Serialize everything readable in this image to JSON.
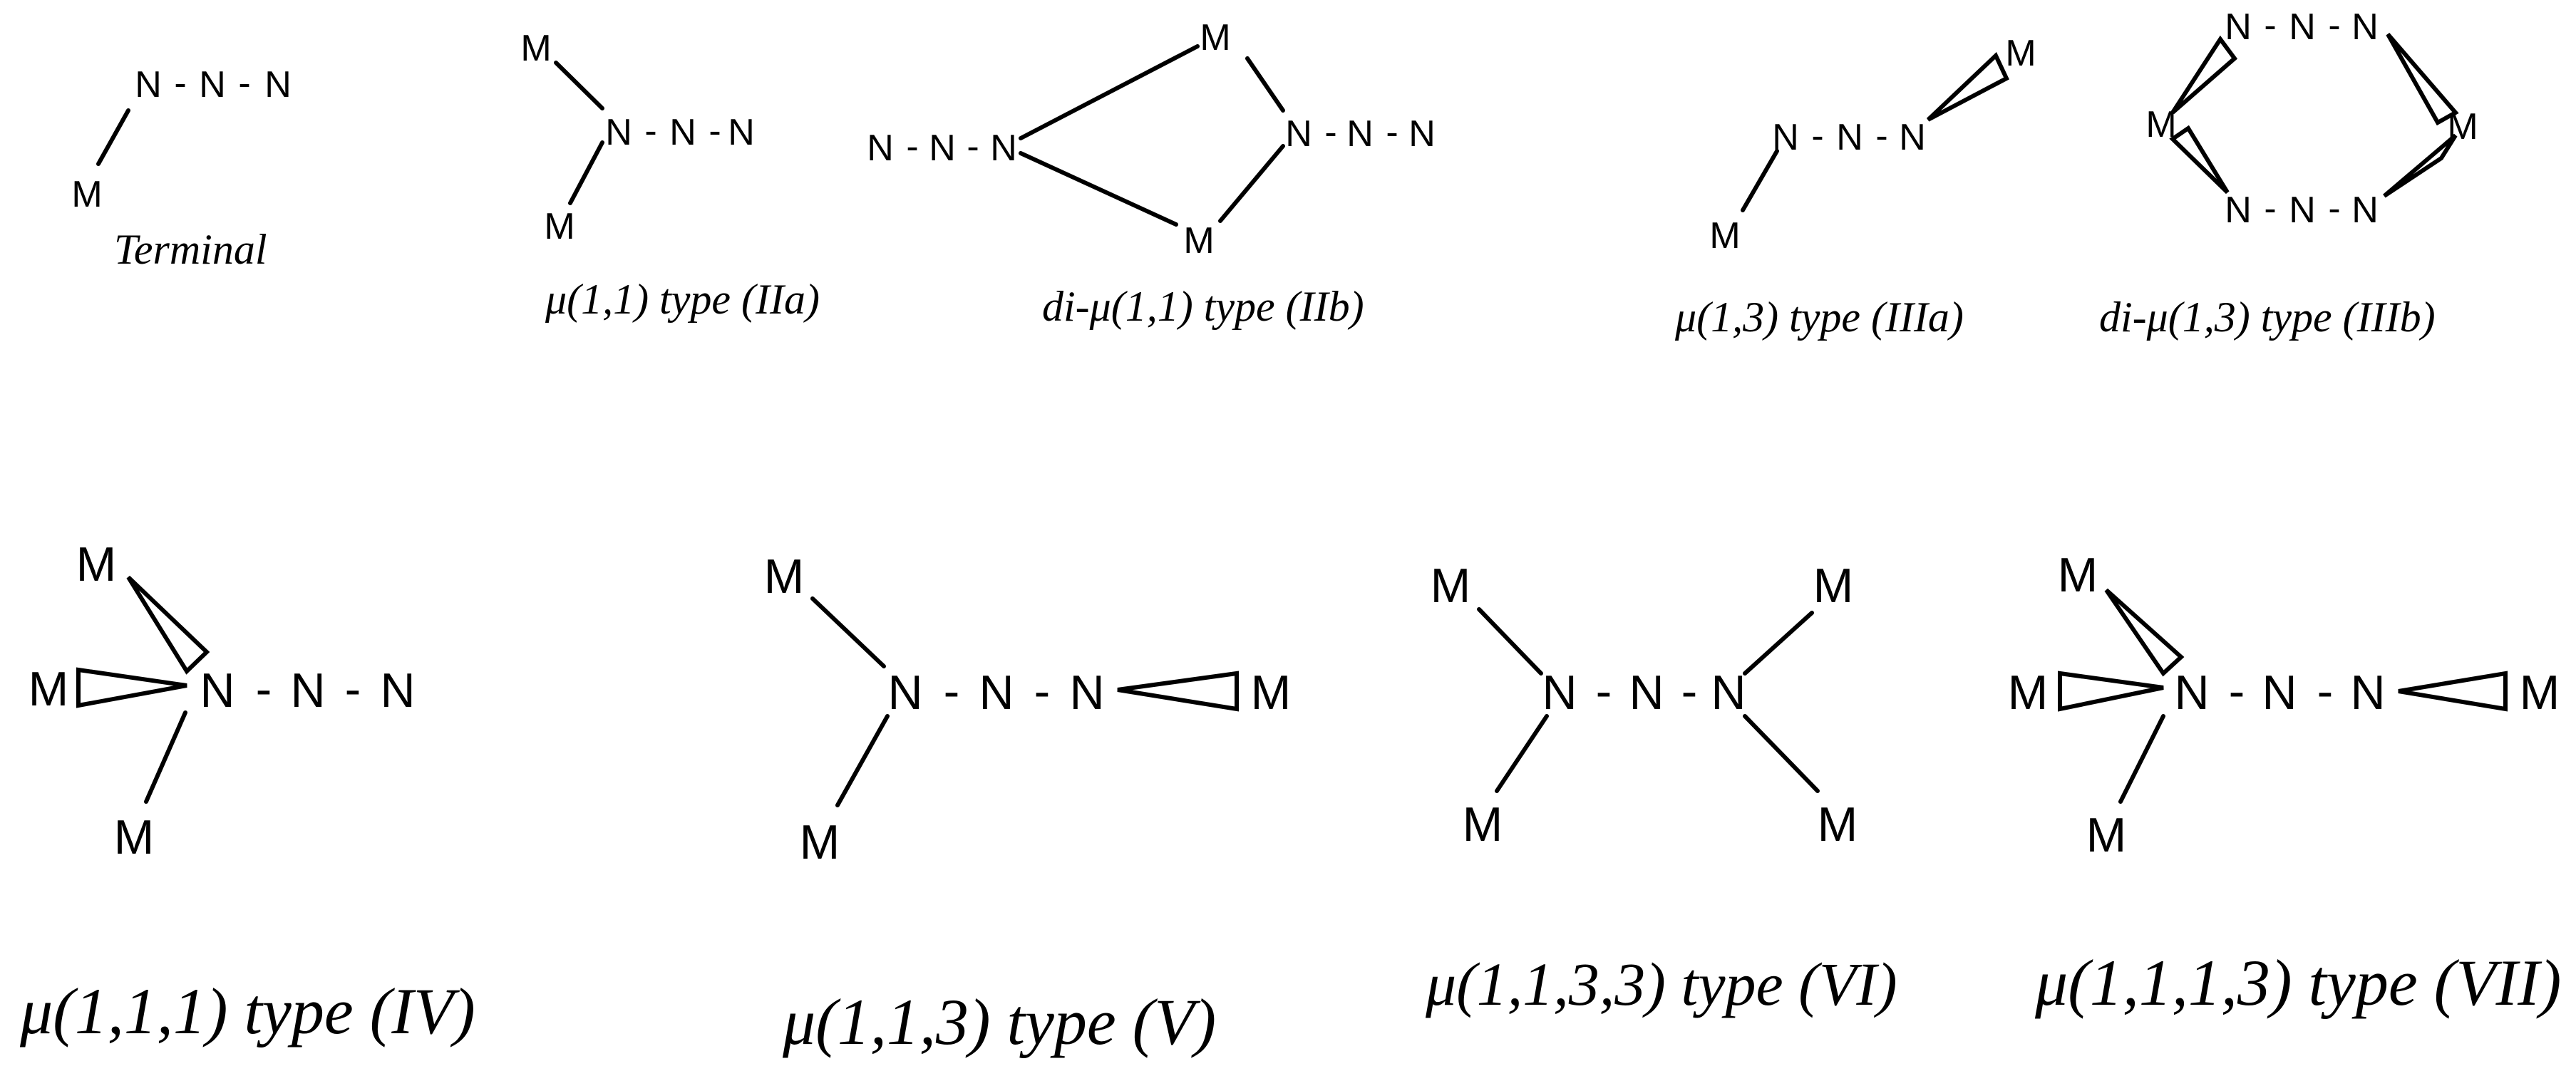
{
  "atoms": {
    "nitrogen": "N",
    "metal": "M",
    "dash": "-"
  },
  "captions": {
    "terminal": "Terminal",
    "iia": "μ(1,1) type (IIa)",
    "iib": "di-μ(1,1) type (IIb)",
    "iiia": "μ(1,3) type (IIIa)",
    "iiib": "di-μ(1,3) type (IIIb)",
    "iv": "μ(1,1,1) type (IV)",
    "v": "μ(1,1,3) type (V)",
    "vi": "μ(1,1,3,3) type (VI)",
    "vii": "μ(1,1,1,3) type (VII)"
  }
}
